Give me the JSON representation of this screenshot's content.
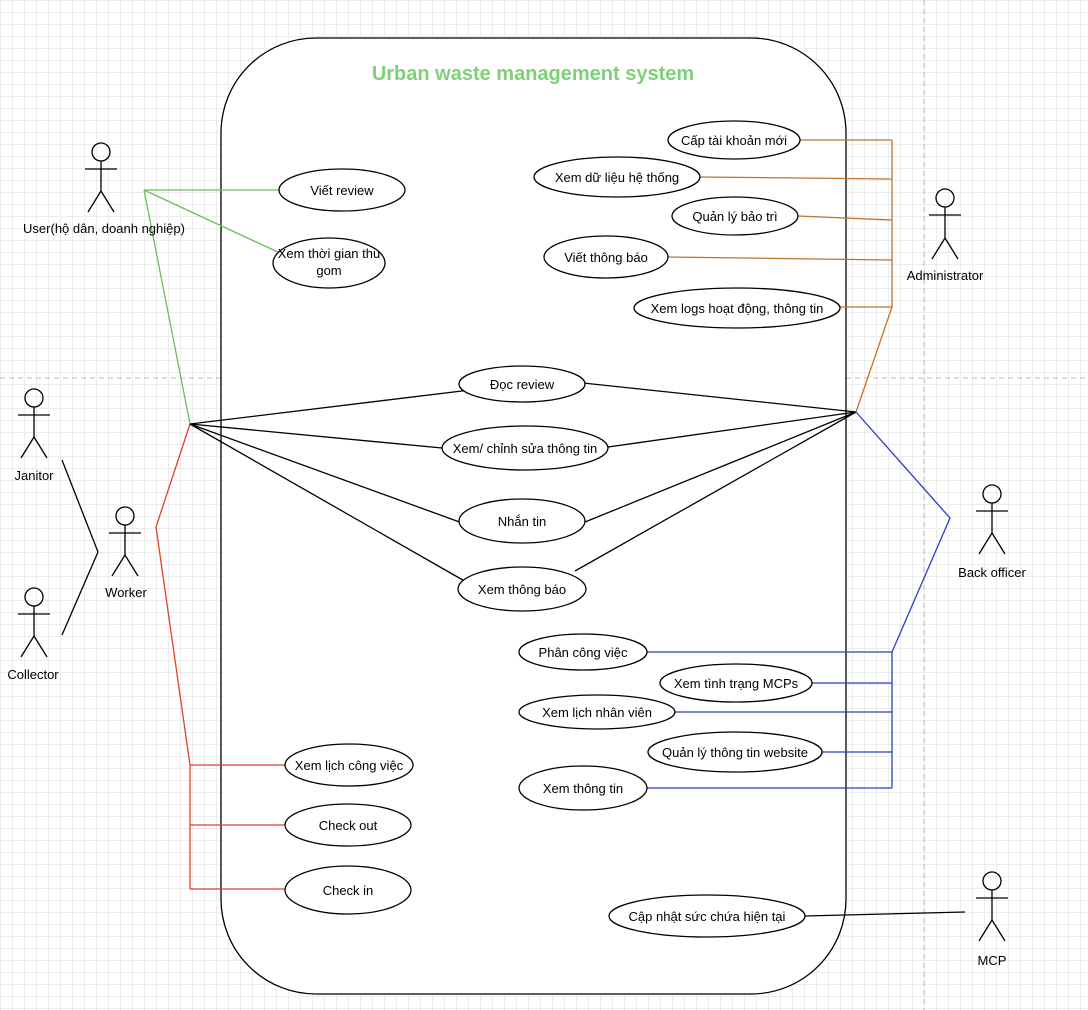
{
  "system": {
    "title": "Urban waste management system"
  },
  "colors": {
    "title": "#7ed07a",
    "user_links": "#6bbf59",
    "worker_links": "#e0402a",
    "admin_links": "#c0712e",
    "back_officer_links": "#2b3fbf",
    "shared_links": "#000000",
    "mcp_links": "#000000"
  },
  "actors": {
    "user": "User(hộ dân, doanh nghiệp)",
    "administrator": "Administrator",
    "janitor": "Janitor",
    "collector": "Collector",
    "worker": "Worker",
    "back_officer": "Back officer",
    "mcp": "MCP"
  },
  "use_cases": {
    "viet_review": "Viết review",
    "xem_thoi_gian_1": "Xem thời gian thu",
    "xem_thoi_gian_2": "gom",
    "cap_tai_khoan": "Cấp tài khoản mới",
    "xem_du_lieu": "Xem dữ liệu hệ thống",
    "quan_ly_bao_tri": "Quản lý bảo trì",
    "viet_thong_bao": "Viết thông báo",
    "xem_logs": "Xem logs hoạt động, thông tin",
    "doc_review": "Đọc review",
    "xem_chinh_sua": "Xem/ chỉnh sửa thông tin",
    "nhan_tin": "Nhắn tin",
    "xem_thong_bao": "Xem thông báo",
    "phan_cong_viec": "Phân công việc",
    "xem_tinh_trang": "Xem tình trạng MCPs",
    "xem_lich_nhan_vien": "Xem lịch nhân viên",
    "quan_ly_website": "Quản lý thông tin website",
    "xem_thong_tin": "Xem thông tin",
    "xem_lich_cong_viec": "Xem lịch công việc",
    "check_out": "Check out",
    "check_in": "Check in",
    "cap_nhat_suc_chua": "Cập nhật sức chứa hiện tại"
  }
}
